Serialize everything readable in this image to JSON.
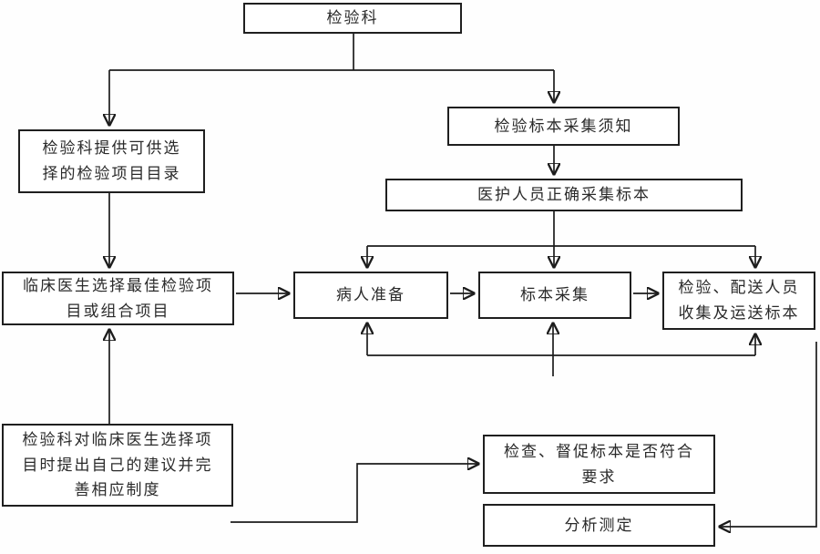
{
  "diagram": {
    "nodes": {
      "lab": {
        "label": "检验科"
      },
      "catalog": {
        "label": "检验科提供可供选\n择的检验项目目录"
      },
      "notice": {
        "label": "检验标本采集须知"
      },
      "collect": {
        "label": "医护人员正确采集标本"
      },
      "select": {
        "label": "临床医生选择最佳检验项\n目或组合项目"
      },
      "prepare": {
        "label": "病人准备"
      },
      "sampling": {
        "label": "标本采集"
      },
      "transport": {
        "label": "检验、配送人员\n收集及运送标本"
      },
      "suggest": {
        "label": "检验科对临床医生选择项\n目时提出自己的建议并完\n善相应制度"
      },
      "inspect": {
        "label": "检查、督促标本是否符合\n要求"
      },
      "analyze": {
        "label": "分析测定"
      }
    },
    "edges": [
      {
        "from": "lab",
        "to": "catalog"
      },
      {
        "from": "lab",
        "to": "notice"
      },
      {
        "from": "notice",
        "to": "collect"
      },
      {
        "from": "collect",
        "to": "prepare"
      },
      {
        "from": "collect",
        "to": "sampling"
      },
      {
        "from": "collect",
        "to": "transport"
      },
      {
        "from": "catalog",
        "to": "select"
      },
      {
        "from": "select",
        "to": "prepare"
      },
      {
        "from": "prepare",
        "to": "sampling"
      },
      {
        "from": "sampling",
        "to": "transport"
      },
      {
        "from": "feedback-bar",
        "to": "prepare"
      },
      {
        "from": "feedback-bar",
        "to": "transport"
      },
      {
        "from": "feedback-stub",
        "to": "sampling"
      },
      {
        "from": "suggest",
        "to": "select"
      },
      {
        "from": "suggest",
        "to": "inspect"
      },
      {
        "from": "transport",
        "to": "analyze"
      }
    ],
    "colors": {
      "line": "#1c1c1c",
      "box_border": "#1f1f1f",
      "box_fill": "#ffffff",
      "text": "#2a2a2a",
      "background": "#fefefe"
    }
  }
}
